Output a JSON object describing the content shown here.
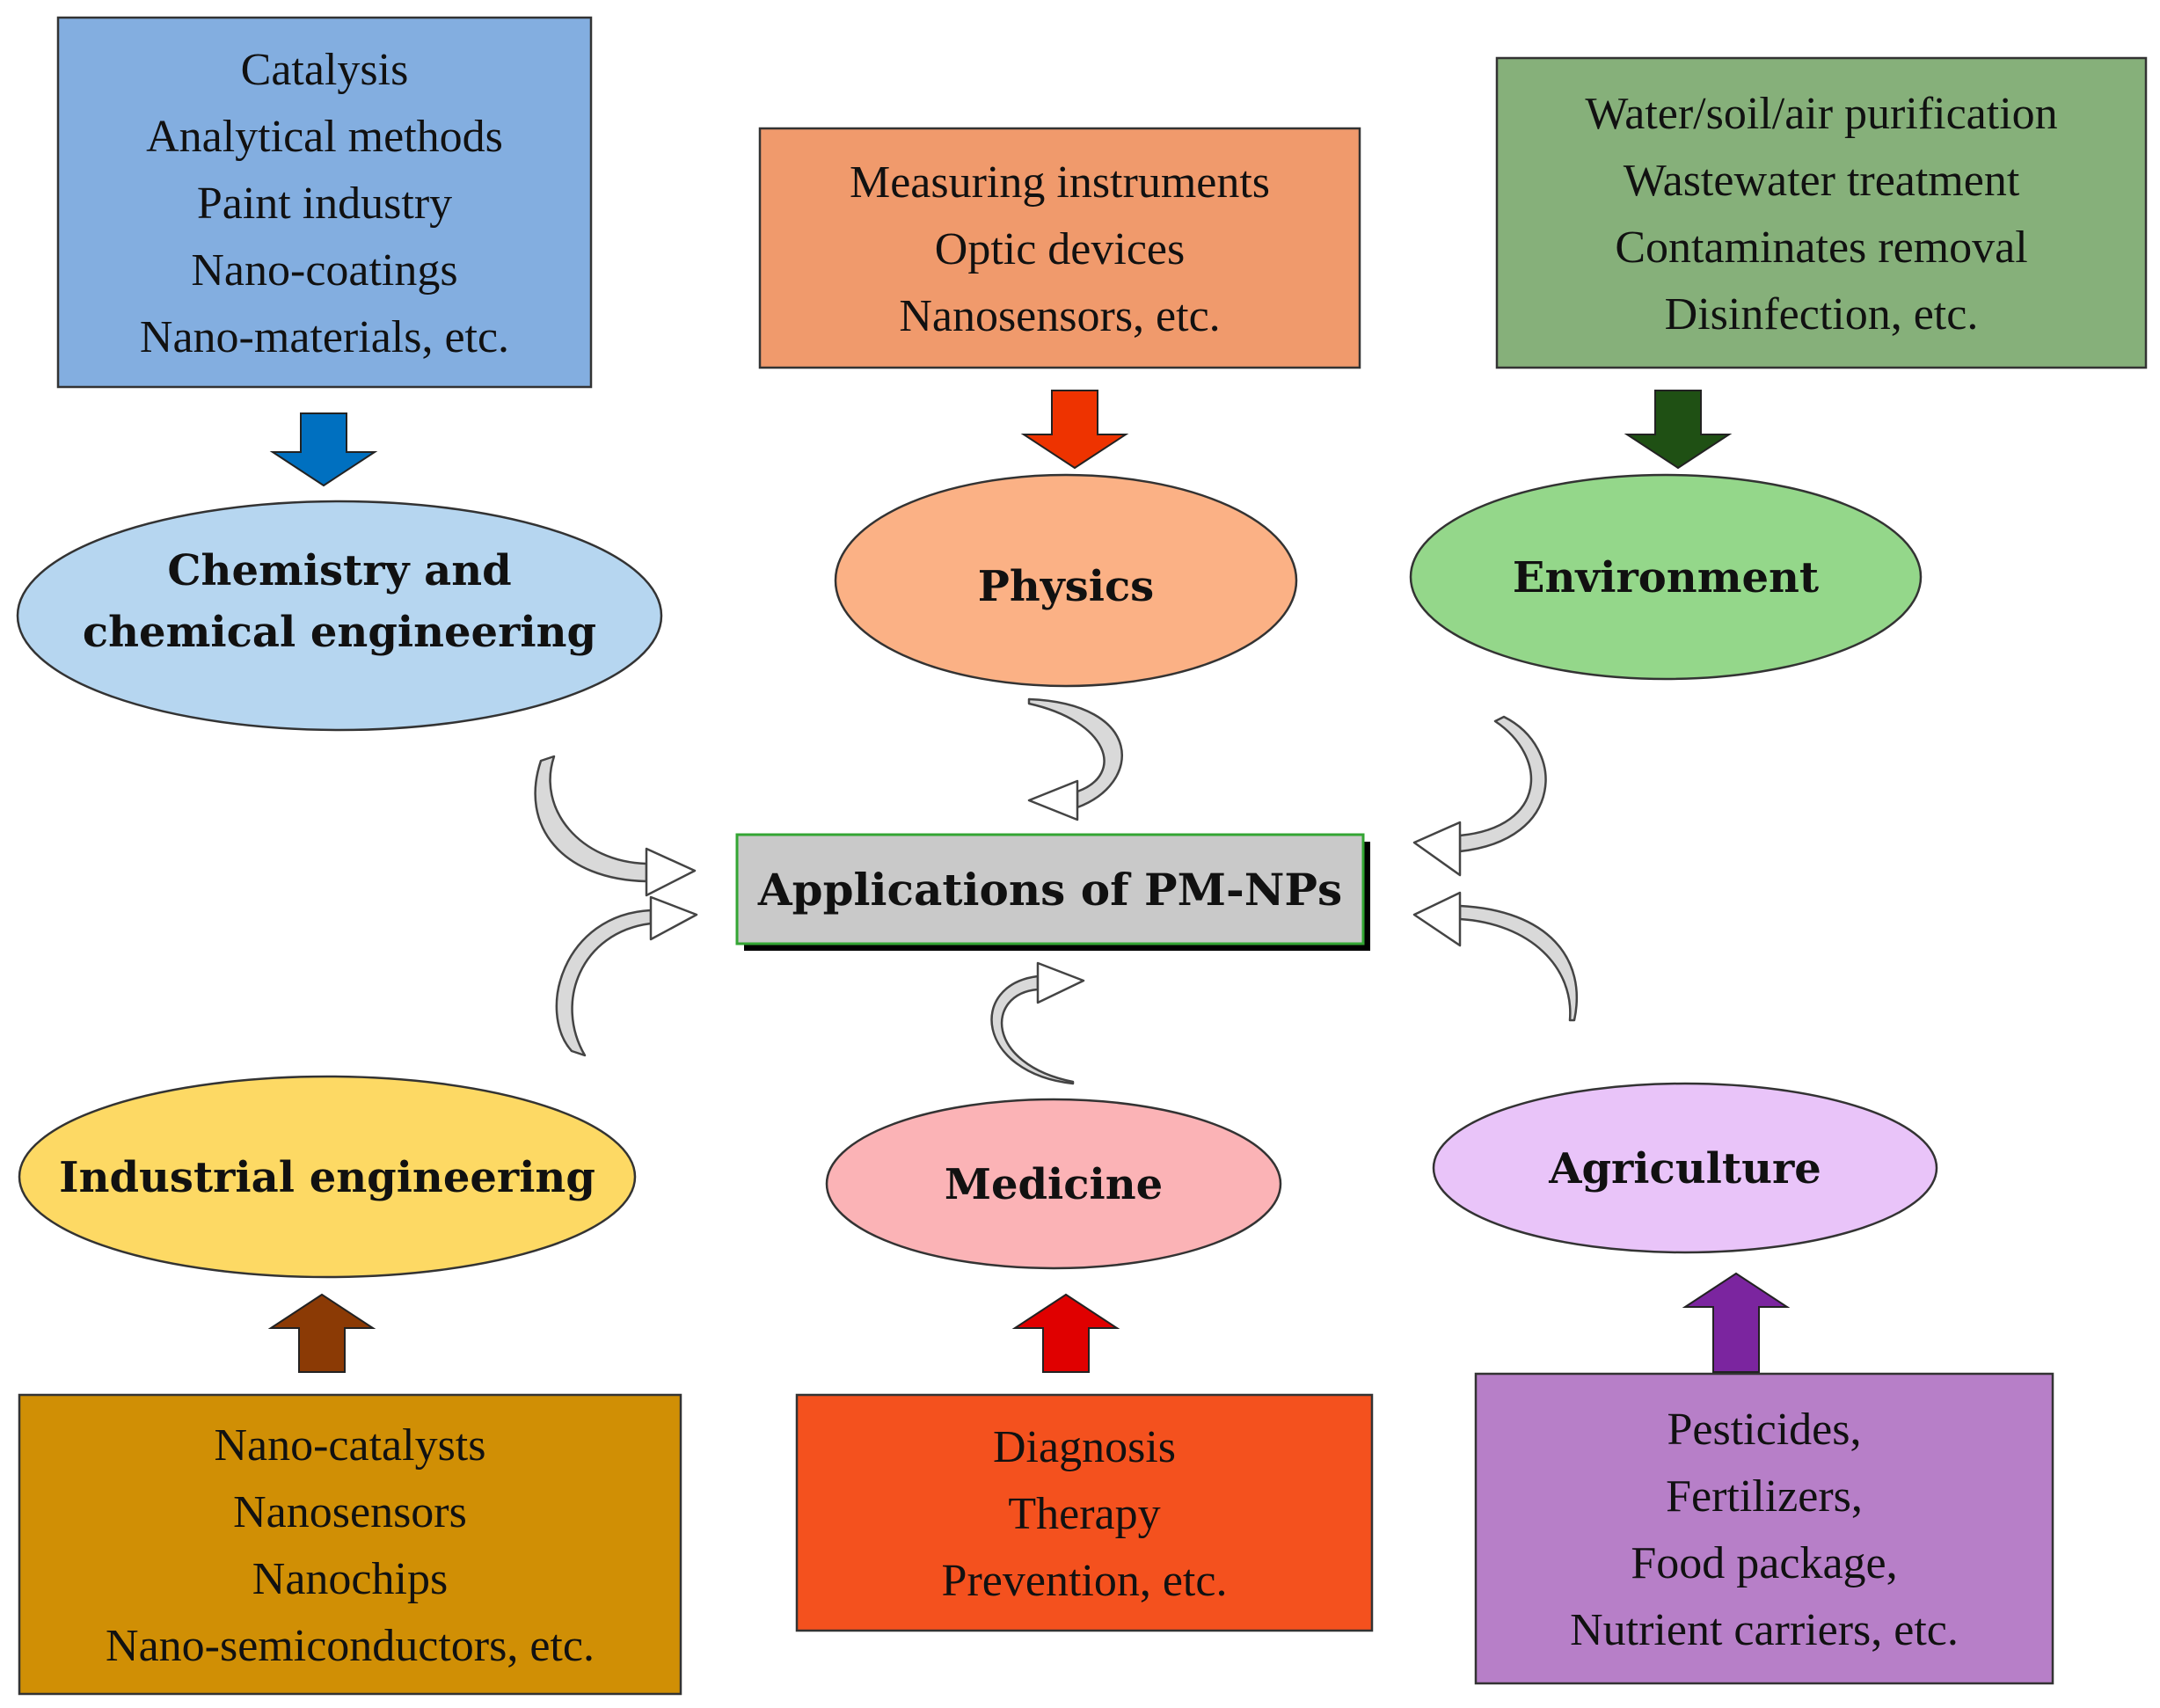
{
  "center": {
    "label": "Applications of PM-NPs"
  },
  "fields": [
    {
      "id": "chemistry",
      "label_lines": [
        "Chemistry and",
        "chemical engineering"
      ],
      "items": [
        "Catalysis",
        "Analytical methods",
        "Paint industry",
        "Nano-coatings",
        "Nano-materials, etc."
      ],
      "box_color": "#83aee0",
      "ellipse_color": "#b6d6f0",
      "arrow_color": "#0070c0"
    },
    {
      "id": "physics",
      "label_lines": [
        "Physics"
      ],
      "items": [
        "Measuring instruments",
        "Optic devices",
        "Nanosensors, etc."
      ],
      "box_color": "#f09a6c",
      "ellipse_color": "#fbb185",
      "arrow_color": "#ee3300"
    },
    {
      "id": "environment",
      "label_lines": [
        "Environment"
      ],
      "items": [
        "Water/soil/air purification",
        "Wastewater treatment",
        "Contaminates removal",
        "Disinfection, etc."
      ],
      "box_color": "#86b07a",
      "ellipse_color": "#94d78a",
      "arrow_color": "#1f5014"
    },
    {
      "id": "industrial",
      "label_lines": [
        "Industrial engineering"
      ],
      "items": [
        "Nano-catalysts",
        "Nanosensors",
        "Nanochips",
        "Nano-semiconductors, etc."
      ],
      "box_color": "#d08f05",
      "ellipse_color": "#fdd964",
      "arrow_color": "#8b3a05"
    },
    {
      "id": "medicine",
      "label_lines": [
        "Medicine"
      ],
      "items": [
        "Diagnosis",
        "Therapy",
        "Prevention, etc."
      ],
      "box_color": "#f4511e",
      "ellipse_color": "#fbb3b6",
      "arrow_color": "#e00000"
    },
    {
      "id": "agriculture",
      "label_lines": [
        "Agriculture"
      ],
      "items": [
        "Pesticides,",
        "Fertilizers,",
        "Food package,",
        "Nutrient carriers, etc."
      ],
      "box_color": "#b77fc8",
      "ellipse_color": "#e9c4f9",
      "arrow_color": "#7b259f"
    }
  ]
}
